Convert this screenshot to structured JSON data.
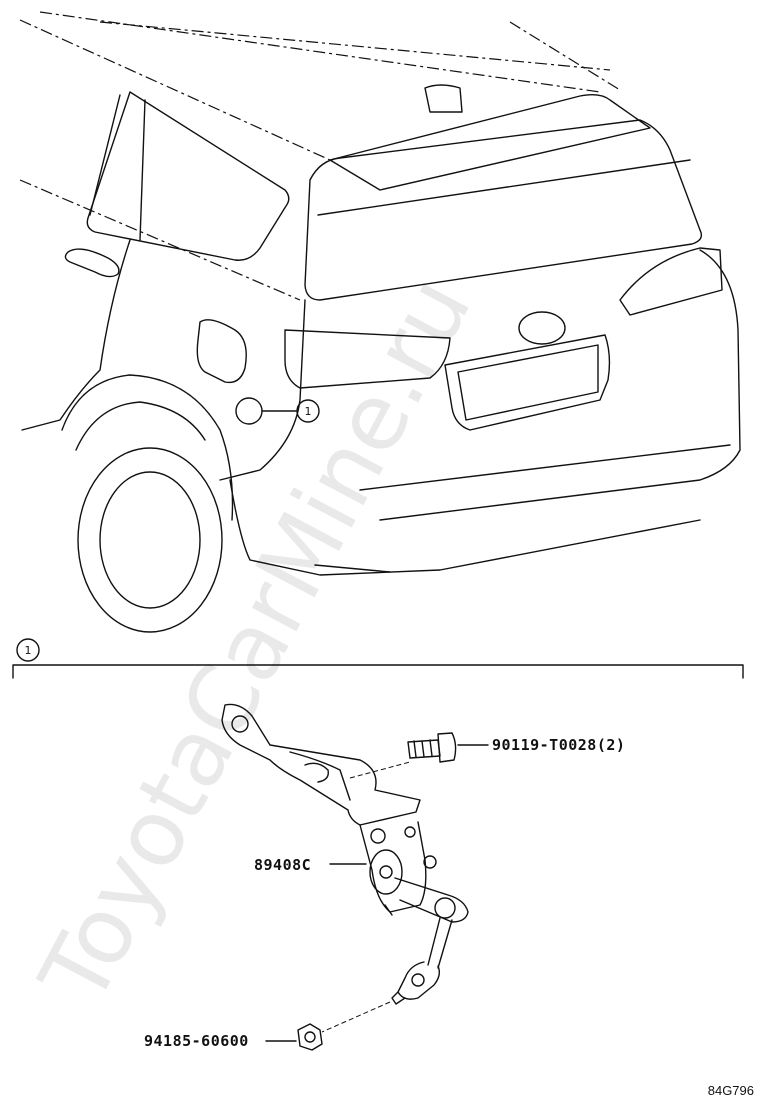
{
  "watermark": "ToyotaCarMine.ru",
  "callouts": {
    "vehicle_ref": "1",
    "section_ref": "1"
  },
  "parts": [
    {
      "id": "bolt",
      "label": "90119-T0028(2)"
    },
    {
      "id": "sensor",
      "label": "89408C"
    },
    {
      "id": "nut",
      "label": "94185-60600"
    }
  ],
  "figure_code": "84G796"
}
